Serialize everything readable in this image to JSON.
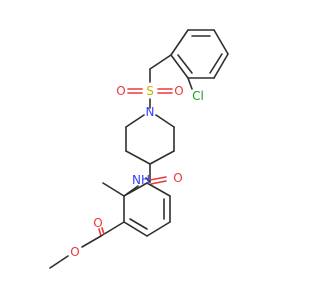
{
  "molecule": {
    "atoms": {
      "cl": "Cl",
      "s": "S",
      "o_s1": "O",
      "o_s2": "O",
      "n_pip": "N",
      "o_amide": "O",
      "nh": "NH",
      "o_ester_dbl": "O",
      "o_ester": "O"
    },
    "colors": {
      "carbon": "#2f2f2f",
      "oxygen": "#e8383d",
      "nitrogen": "#3040ff",
      "sulfur": "#c8b400",
      "chlorine": "#1fa01f"
    }
  }
}
